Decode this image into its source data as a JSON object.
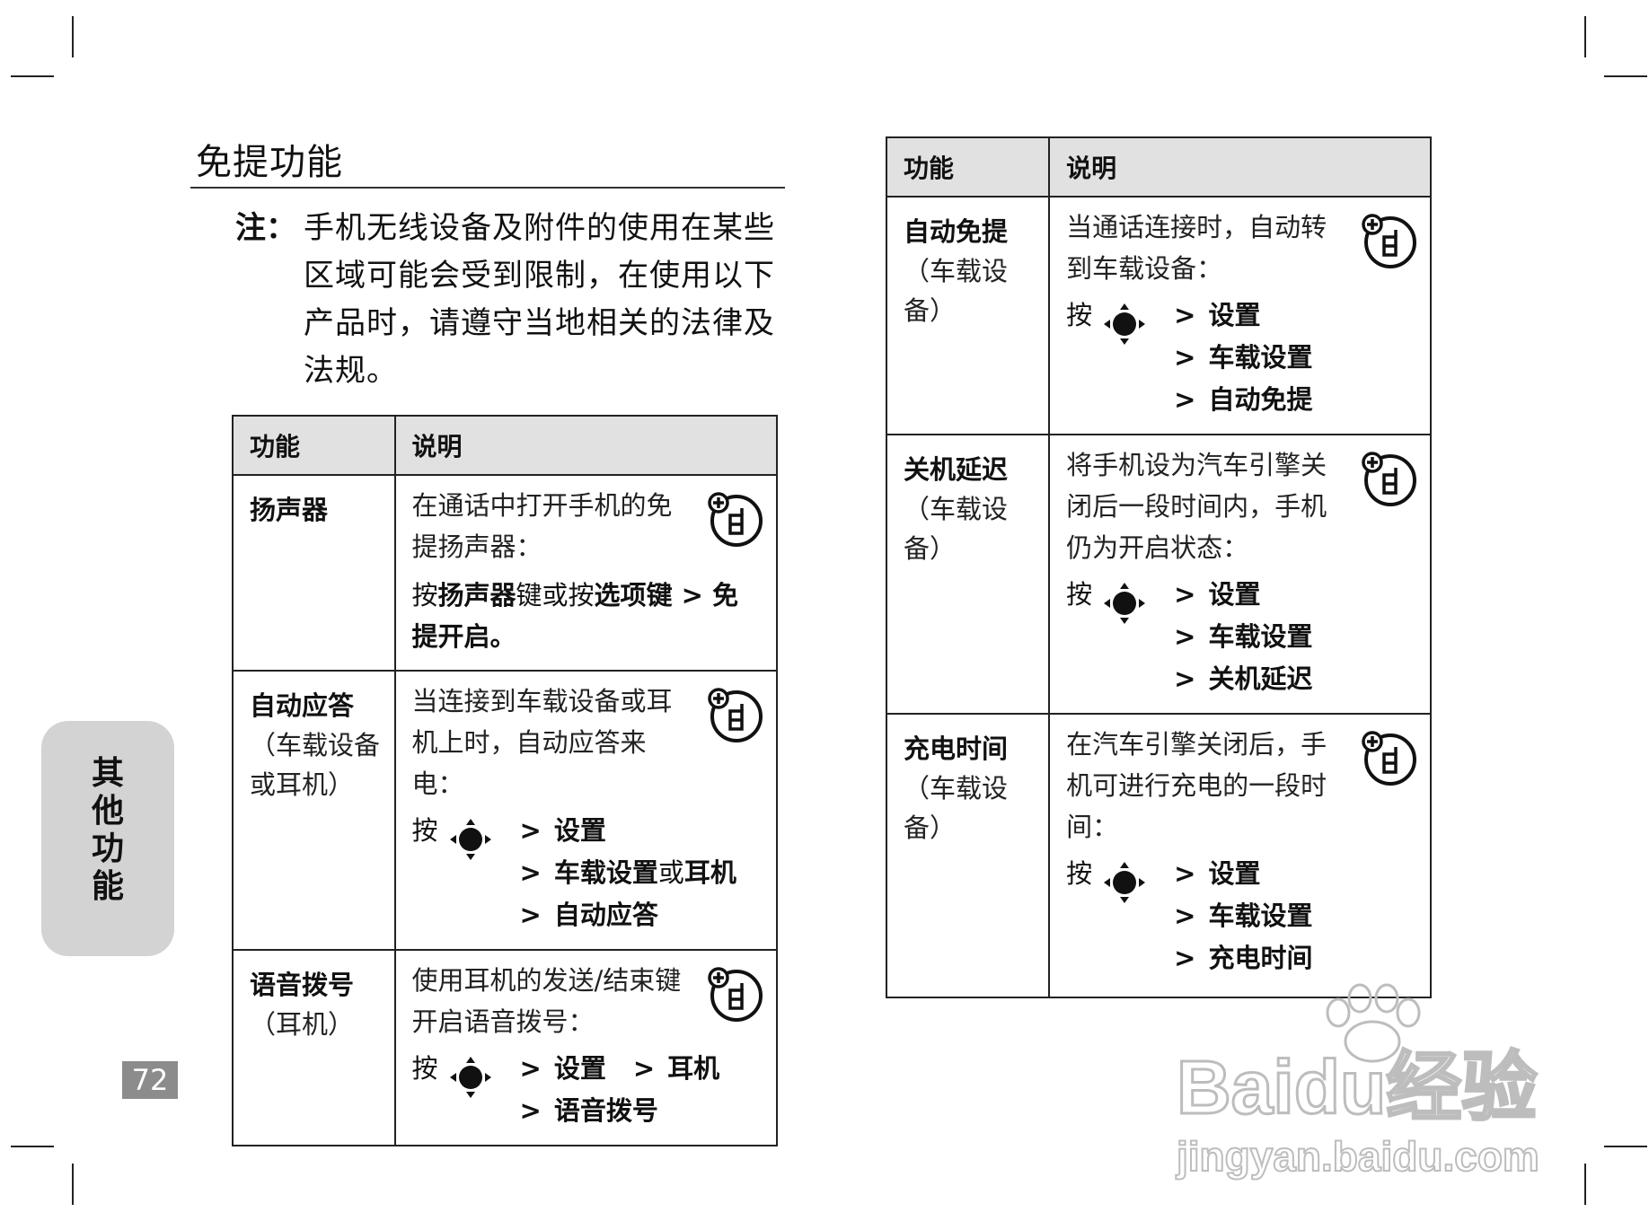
{
  "section": {
    "title": "免提功能",
    "note_label": "注：",
    "note_text": "手机无线设备及附件的使用在某些区域可能会受到限制，在使用以下产品时，请遵守当地相关的法律及法规。"
  },
  "table_left": {
    "headers": [
      "功能",
      "说明"
    ],
    "rows": [
      {
        "feature": "扬声器",
        "sub": "",
        "desc": "在通话中打开手机的免提扬声器：",
        "press_parts": [
          "按",
          "扬声器",
          "键或按",
          "选项",
          "键  >  免提开启。"
        ]
      },
      {
        "feature": "自动应答",
        "sub": "（车载设备或耳机）",
        "desc": "当连接到车载设备或耳机上时，自动应答来电：",
        "press": "按",
        "steps": [
          "设置",
          "车载设置",
          "耳机",
          "自动应答"
        ],
        "or_text": "或"
      },
      {
        "feature": "语音拨号",
        "sub": "（耳机）",
        "desc": "使用耳机的发送/结束键开启语音拨号：",
        "press": "按",
        "steps": [
          "设置",
          "耳机",
          "语音拨号"
        ]
      }
    ]
  },
  "table_right": {
    "headers": [
      "功能",
      "说明"
    ],
    "rows": [
      {
        "feature": "自动免提",
        "sub": "（车载设备）",
        "desc": "当通话连接时，自动转到车载设备：",
        "press": "按",
        "steps": [
          "设置",
          "车载设置",
          "自动免提"
        ]
      },
      {
        "feature": "关机延迟",
        "sub": "（车载设备）",
        "desc": "将手机设为汽车引擎关闭后一段时间内，手机仍为开启状态：",
        "press": "按",
        "steps": [
          "设置",
          "车载设置",
          "关机延迟"
        ]
      },
      {
        "feature": "充电时间",
        "sub": "（车载设备）",
        "desc": "在汽车引擎关闭后，手机可进行充电的一段时间：",
        "press": "按",
        "steps": [
          "设置",
          "车载设置",
          "充电时间"
        ]
      }
    ]
  },
  "side_tab": {
    "label": "其他功能"
  },
  "page_number": "72",
  "watermark": {
    "brand": "Baidu经验",
    "url": "jingyan.baidu.com"
  },
  "icons": {
    "feature_icon": "car-kit-handset-icon",
    "nav_icon": "navigation-key-icon"
  }
}
